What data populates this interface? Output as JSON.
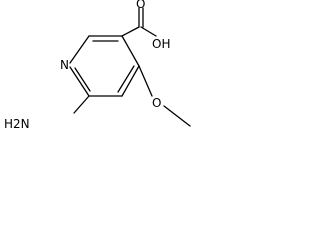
{
  "molecule": {
    "atoms": {
      "ring_nitrogen": "N",
      "hydroxyl": "OH",
      "carbonyl_oxygen": "O",
      "amino": "H2N",
      "ether_oxygen": "O"
    }
  },
  "colors": {
    "bond": "#000000",
    "label": "#000000",
    "background": "#ffffff"
  }
}
